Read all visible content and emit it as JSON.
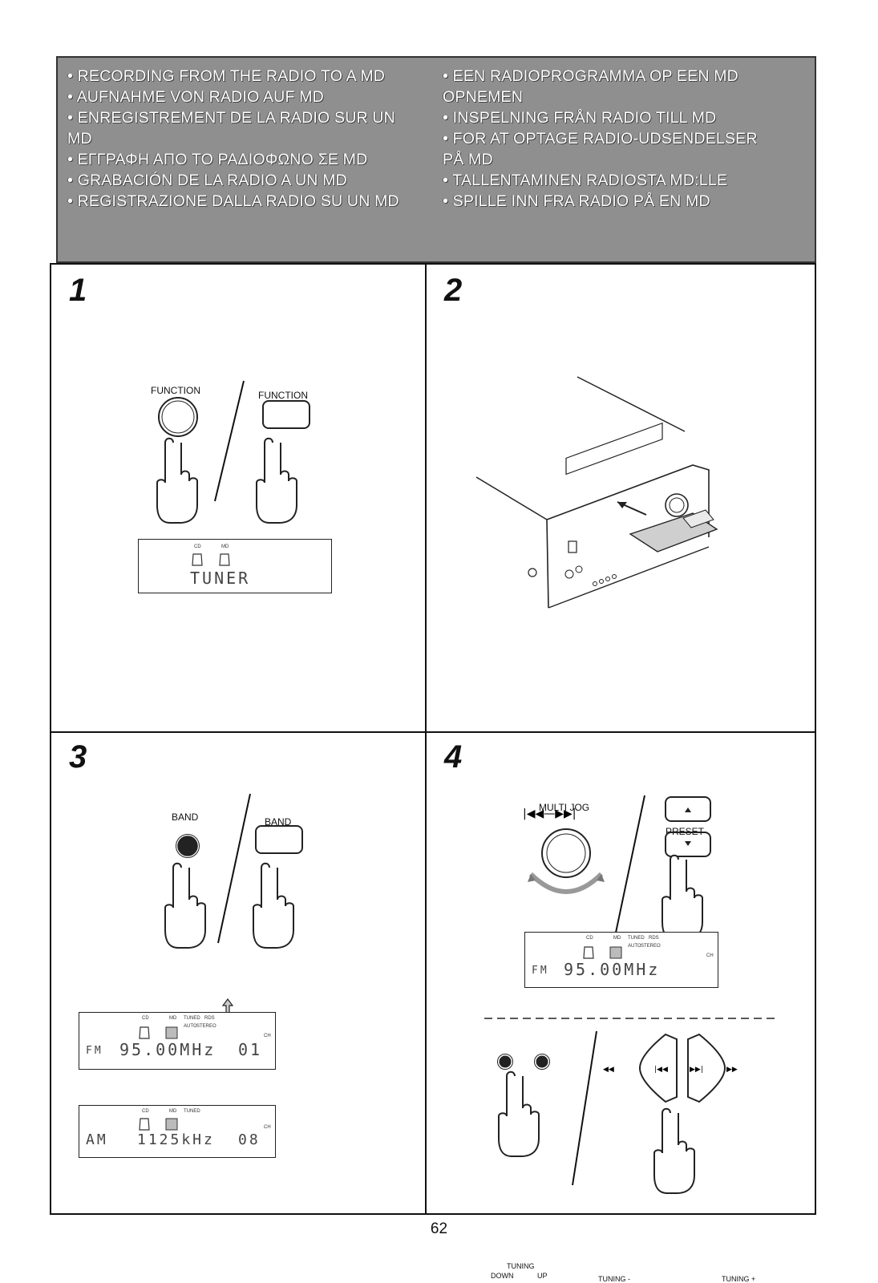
{
  "header": {
    "left_lines": [
      "• RECORDING FROM THE RADIO TO A MD",
      "• AUFNAHME VON RADIO AUF MD",
      "• ENREGISTREMENT DE LA RADIO SUR UN",
      "  MD",
      "• ΕΓΓΡΑΦΗ ΑΠΟ ΤΟ ΡΑΔΙΟΦΩΝΟ ΣΕ MD",
      "• GRABACIÓN DE LA RADIO A UN MD",
      "• REGISTRAZIONE DALLA RADIO SU UN MD"
    ],
    "right_lines": [
      "• EEN RADIOPROGRAMMA OP EEN MD",
      "  OPNEMEN",
      "• INSPELNING FRÅN RADIO TILL MD",
      "• FOR AT OPTAGE RADIO-UDSENDELSER",
      "  PÅ MD",
      "• TALLENTAMINEN RADIOSTA MD:LLE",
      "• SPILLE INN FRA RADIO PÅ EN MD"
    ]
  },
  "steps": {
    "s1": {
      "number": "1",
      "label_a": "FUNCTION",
      "label_b": "FUNCTION",
      "lcd": {
        "cd": "CD",
        "md": "MD",
        "text": "TUNER"
      }
    },
    "s2": {
      "number": "2"
    },
    "s3": {
      "number": "3",
      "label_a": "BAND",
      "label_b": "BAND",
      "lcd1": {
        "cd": "CD",
        "md": "MD",
        "tuned": "TUNED",
        "rds": "RDS",
        "auto": "AUTO",
        "stereo": "STEREO",
        "ch": "CH",
        "band": "FM",
        "freq": "95.00MHz",
        "chan": "01"
      },
      "lcd2": {
        "cd": "CD",
        "md": "MD",
        "tuned": "TUNED",
        "ch": "CH",
        "band": "AM",
        "freq": "1125kHz",
        "chan": "08"
      }
    },
    "s4": {
      "number": "4",
      "multi_jog": "MULTI JOG",
      "preset": "PRESET",
      "lcd": {
        "cd": "CD",
        "md": "MD",
        "tuned": "TUNED",
        "rds": "RDS",
        "auto": "AUTO",
        "stereo": "STEREO",
        "ch": "CH",
        "band": "FM",
        "freq": "95.00MHz",
        "chan": ""
      },
      "tuning": "TUNING",
      "down": "DOWN",
      "up": "UP",
      "tuning_minus": "TUNING -",
      "tuning_plus": "TUNING +"
    }
  },
  "page_number": "62"
}
